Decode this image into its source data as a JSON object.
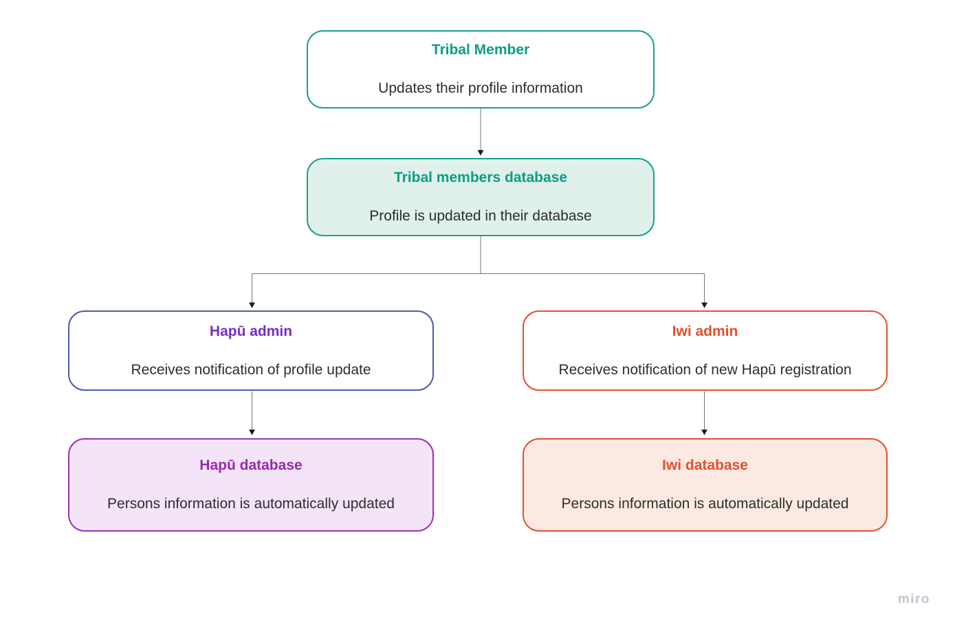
{
  "page": {
    "background": "#ffffff",
    "watermark_label": "miro"
  },
  "diagram": {
    "type": "flowchart",
    "nodes": [
      {
        "id": "tribal-member",
        "title": "Tribal Member",
        "body": "Updates their profile information",
        "title_color": "#0e9d87",
        "border_color": "#17a28c",
        "bg_color": "#ffffff"
      },
      {
        "id": "tribal-members-database",
        "title": "Tribal members database",
        "body": "Profile is updated in their database",
        "title_color": "#0e9d87",
        "border_color": "#17a28c",
        "bg_color": "#e0f0eb"
      },
      {
        "id": "hapu-admin",
        "title": "Hapū admin",
        "body": "Receives notification of profile update",
        "title_color": "#782dc3",
        "border_color": "#4b5ab4",
        "bg_color": "#ffffff"
      },
      {
        "id": "iwi-admin",
        "title": "Iwi admin",
        "body": "Receives notification of new Hapū registration",
        "title_color": "#e4502e",
        "border_color": "#e4502e",
        "bg_color": "#ffffff"
      },
      {
        "id": "hapu-database",
        "title": "Hapū database",
        "body": "Persons information is automatically updated",
        "title_color": "#9b28b1",
        "border_color": "#9e30b4",
        "bg_color": "#f4e4f8"
      },
      {
        "id": "iwi-database",
        "title": "Iwi database",
        "body": "Persons information is automatically updated",
        "title_color": "#e4502e",
        "border_color": "#e4502e",
        "bg_color": "#fceae2"
      }
    ],
    "edges": [
      {
        "from": "tribal-member",
        "to": "tribal-members-database"
      },
      {
        "from": "tribal-members-database",
        "to": "hapu-admin"
      },
      {
        "from": "tribal-members-database",
        "to": "iwi-admin"
      },
      {
        "from": "hapu-admin",
        "to": "hapu-database"
      },
      {
        "from": "iwi-admin",
        "to": "iwi-database"
      }
    ],
    "connector_color": "#757575",
    "arrowhead_color": "#1a1a1a",
    "body_text_color": "#2d2d2d"
  }
}
